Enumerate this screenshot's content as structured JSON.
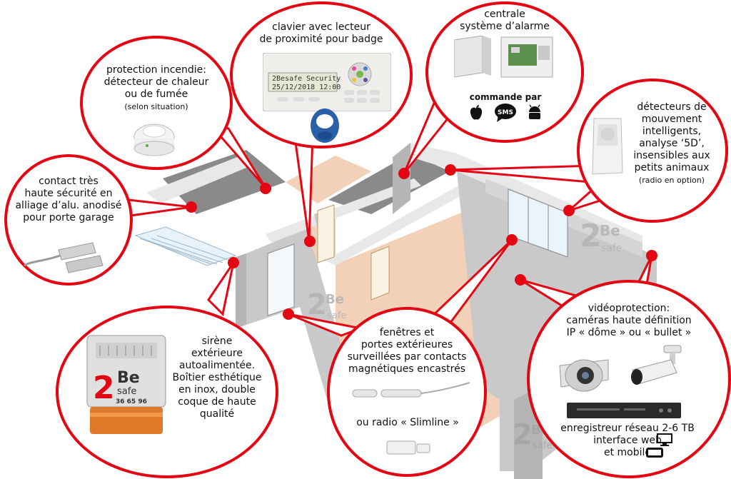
{
  "callouts": {
    "keypad": {
      "lines": [
        "clavier avec lecteur",
        "de proximité pour badge"
      ]
    },
    "keypad_screen": {
      "line1": "2Besafe Security",
      "line2": "25/12/2018  12:00"
    },
    "central": {
      "lines": [
        "centrale",
        "système d’alarme"
      ],
      "command_label": "commande par",
      "sms_label": "SMS"
    },
    "fire": {
      "lines": [
        "protection incendie:",
        "détecteur de chaleur",
        "ou de fumée"
      ],
      "note": "(selon situation)"
    },
    "motion": {
      "lines": [
        "détecteurs de",
        "mouvement",
        "intelligents,",
        "analyse ‘5D’,",
        "insensibles aux",
        "petits animaux"
      ],
      "note": "(radio en option)"
    },
    "garage": {
      "lines": [
        "contact très",
        "haute sécurité en",
        "alliage d’alu. anodisé",
        "pour porte garage"
      ]
    },
    "siren": {
      "lines": [
        "sirène",
        "extérieure",
        "autoalimentée.",
        "Boîtier esthétique",
        "en inox, double",
        "coque de haute",
        "qualité"
      ],
      "logo_number": "2",
      "logo_be": "Be",
      "logo_safe": "safe",
      "logo_digits": "36 65 96"
    },
    "windows": {
      "lines": [
        "fenêtres et",
        "portes extérieures",
        "surveillées par contacts",
        "magnétiques encastrés"
      ],
      "radio_line": "ou radio « Slimline »"
    },
    "video": {
      "lines": [
        "vidéoprotection:",
        "caméras haute définition",
        "IP « dôme » ou « bullet »"
      ],
      "nvr_lines": [
        "enregistreur réseau 2-6 TB",
        "interface web",
        "et mobile"
      ]
    }
  },
  "watermark": {
    "number": "2",
    "be": "Be",
    "safe": "safe"
  },
  "colors": {
    "accent": "#e30613",
    "wall": "#c9c9c9",
    "floor_grey": "#8a8a8a",
    "floor_wood": "#f3d1b8",
    "wall_top": "#e8e8e8"
  },
  "icons": [
    "apple-icon",
    "sms-icon",
    "android-icon",
    "monitor-icon",
    "tablet-icon"
  ]
}
